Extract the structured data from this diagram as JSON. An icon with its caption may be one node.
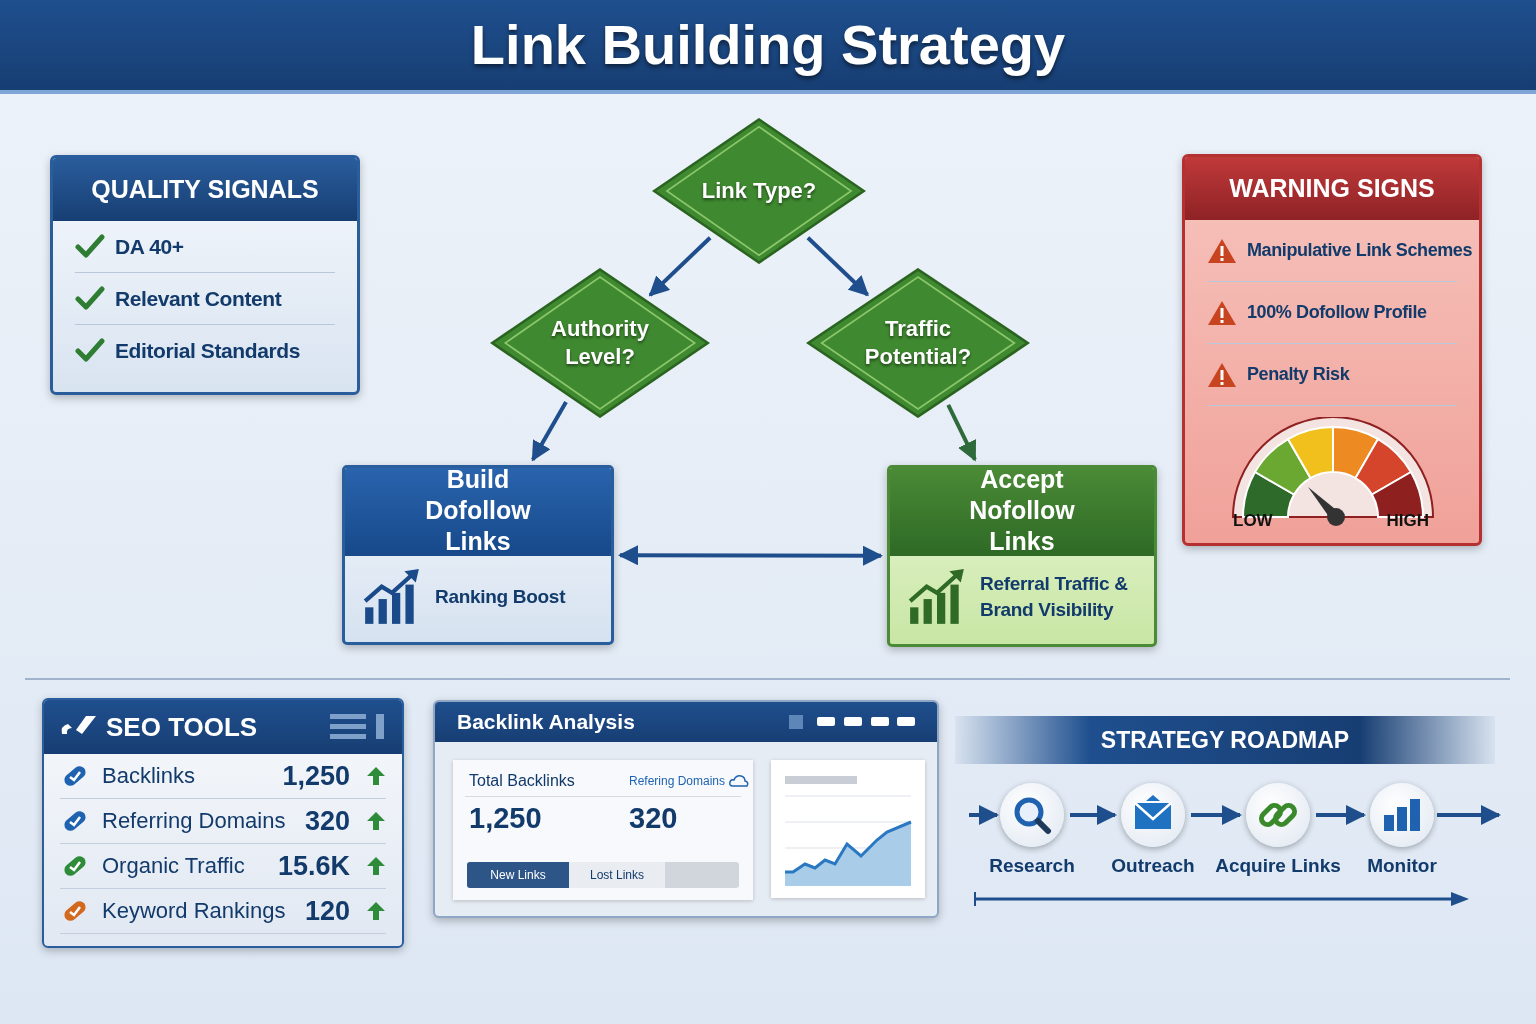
{
  "diagram": {
    "title": "Link Building Strategy",
    "nodes": [
      {
        "text": [
          "QUALITY SIGNALS",
          "DA 40+",
          "Relevant Content",
          "Editorial Standards"
        ]
      },
      {
        "text": [
          "Link Type?"
        ]
      },
      {
        "text": [
          "Authority Level?"
        ]
      },
      {
        "text": [
          "Traffic Potential?"
        ]
      },
      {
        "text": [
          "WARNING SIGNS",
          "Manipulative Link Schemes",
          "100% Dofollow Profile",
          "Penalty Risk",
          "LOW",
          "HIGH"
        ]
      },
      {
        "text": [
          "Build Dofollow Links",
          "Ranking Boost"
        ]
      },
      {
        "text": [
          "Accept Nofollow Links",
          "Referral Traffic & Brand Visibility"
        ]
      },
      {
        "text": [
          "SEO TOOLS",
          "Backlinks",
          "1,250",
          "Referring Domains",
          "320",
          "Organic Traffic",
          "15.6K",
          "Keyword Rankings",
          "120"
        ]
      },
      {
        "text": [
          "Backlink Analysis"
        ]
      },
      {
        "text": [
          "Total Backlinks",
          "Refering Domains",
          "1,250",
          "320",
          "New Links",
          "Lost Links"
        ],
        "in": 8
      },
      {
        "text": [
          "STRATEGY ROADMAP"
        ]
      },
      {
        "text": [
          "Research"
        ]
      },
      {
        "text": [
          "Outreach"
        ]
      },
      {
        "text": [
          "Acquire Links"
        ]
      },
      {
        "text": [
          "Monitor"
        ]
      }
    ],
    "edges": [
      {
        "from": 1,
        "to": 2,
        "arrow": "to"
      },
      {
        "from": 1,
        "to": 3,
        "arrow": "to"
      },
      {
        "from": 2,
        "to": 5,
        "arrow": "to"
      },
      {
        "from": 3,
        "to": 6,
        "arrow": "to",
        "color": "#2f6b3a"
      },
      {
        "from": 5,
        "to": 6,
        "arrow": "both"
      },
      {
        "from": null,
        "to": 11,
        "arrow": "to"
      },
      {
        "from": 11,
        "to": 12,
        "arrow": "to"
      },
      {
        "from": 12,
        "to": 13,
        "arrow": "to"
      },
      {
        "from": 13,
        "to": 14,
        "arrow": "to"
      },
      {
        "from": 14,
        "to": null,
        "arrow": "to"
      }
    ]
  }
}
